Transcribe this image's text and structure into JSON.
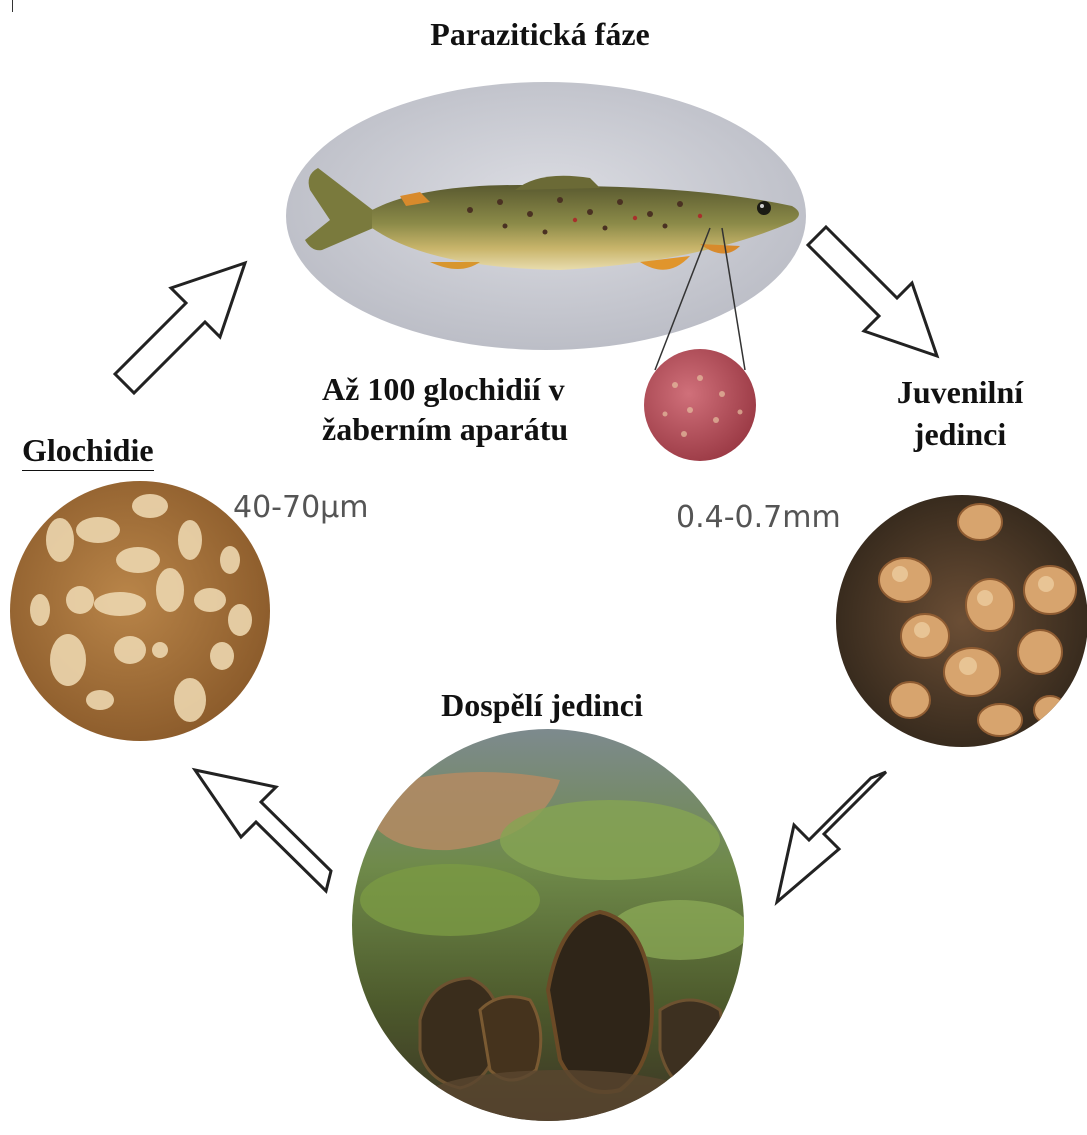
{
  "diagram": {
    "title_top": "Parazitická fáze",
    "note_line1": "Až 100 glochidií v",
    "note_line2": "žaberním aparátu",
    "juvenile_line1": "Juvenilní",
    "juvenile_line2": "jedinci",
    "juvenile_size": "0.4-0.7mm",
    "glochidia": "Glochidie",
    "glochidia_size": "40-70µm",
    "adults": "Dospělí jedinci"
  },
  "colors": {
    "text": "#111111",
    "size_text": "#555555",
    "arrow_stroke": "#222222",
    "arrow_fill": "#ffffff",
    "fish_backdrop": "#c9cbd3"
  },
  "icons": [
    "fish-photo",
    "glochidia-micrograph",
    "juvenile-mussels-photo",
    "adult-mussels-photo",
    "gill-detail-photo",
    "cycle-arrow"
  ]
}
